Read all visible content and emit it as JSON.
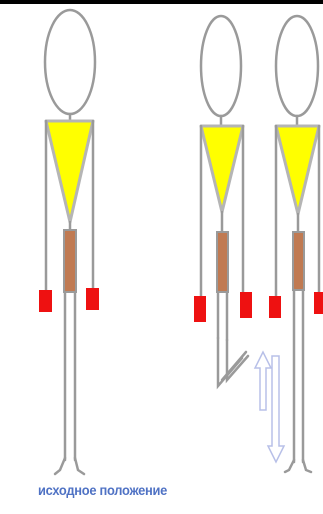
{
  "caption": "исходное положение",
  "colors": {
    "outline": "#9a9a9a",
    "head_fill": "#ffffff",
    "torso": "#ffff00",
    "torso_stroke": "#b5b5b5",
    "pelvis": "#c07a52",
    "hands": "#ee1111",
    "arrow": "#b8c0e8",
    "caption": "#4f72c4",
    "top_bar": "#000000"
  },
  "figures": [
    {
      "name": "figure-initial-position",
      "pose": "standing"
    },
    {
      "name": "figure-lunge-bent-knee",
      "pose": "knee-bent"
    },
    {
      "name": "figure-standing-right",
      "pose": "standing-partial"
    }
  ],
  "arrow": {
    "name": "up-down-double-arrow",
    "direction": "vertical-both"
  }
}
